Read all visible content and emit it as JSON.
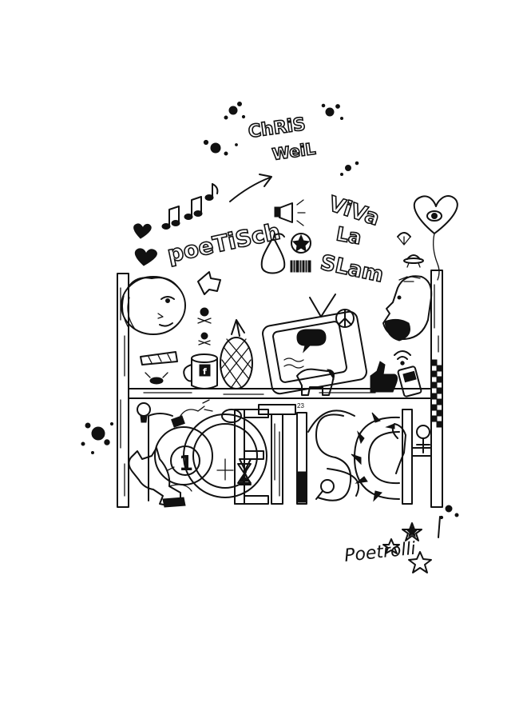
{
  "author": [
    "ChRiS",
    "WeiL"
  ],
  "title_word": "poeTiSch",
  "slogan": [
    "ViVa",
    "La",
    "SLam"
  ],
  "shelf_number": "23",
  "mug_letter": "f",
  "coin_value": "1",
  "big_letters": [
    "P",
    "O",
    "E",
    "T",
    "I",
    "S",
    "C",
    "H"
  ],
  "signature": "Poetrolli",
  "ink_color": "#111111",
  "paper_color": "#ffffff"
}
